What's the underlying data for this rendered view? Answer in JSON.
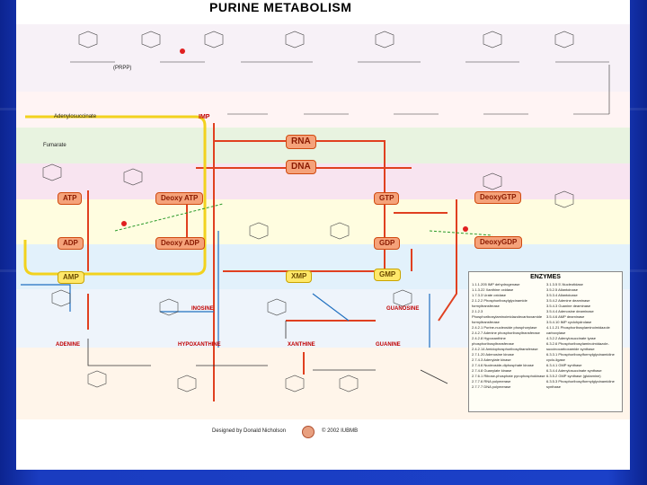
{
  "title": "PURINE METABOLISM",
  "nodes": {
    "rna": "RNA",
    "dna": "DNA",
    "gtp": "GTP",
    "deoxygtp": "DeoxyGTP",
    "atp": "ATP",
    "deoxyatp": "Deoxy ATP",
    "adp": "ADP",
    "deoxyadp": "Deoxy ADP",
    "gdp": "GDP",
    "deoxygdp": "DeoxyGDP",
    "amp": "AMP",
    "imp": "IMP",
    "xmp": "XMP",
    "gmp": "GMP"
  },
  "names": {
    "adenine": "ADENINE",
    "hypoxanthine": "HYPOXANTHINE",
    "xanthine": "XANTHINE",
    "guanine": "GUANINE",
    "inosine": "INOSINE",
    "guanosine": "GUANOSINE",
    "adenylosuccinate": "Adenylosuccinate",
    "fumarate": "Fumarate",
    "prpp": "(PRPP)"
  },
  "enzymes_title": "ENZYMES",
  "enzymes_left": [
    "1.1.1.205 IMP dehydrogenase",
    "1.1.3.22 Xanthine oxidase",
    "1.7.3.3 Urate oxidase",
    "2.1.2.2 Phosphoribosylglycinamide formyltransferase",
    "2.1.2.3 Phosphoribosylaminoimidazolecarboxamide formyltransferase",
    "2.4.2.1 Purine-nucleoside phosphorylase",
    "2.4.2.7 Adenine phosphoribosyltransferase",
    "2.4.2.8 Hypoxanthine phosphoribosyltransferase",
    "2.4.2.14 Amidophosphoribosyltransferase",
    "2.7.1.20 Adenosine kinase",
    "2.7.4.3 Adenylate kinase",
    "2.7.4.6 Nucleoside-diphosphate kinase",
    "2.7.4.8 Guanylate kinase",
    "2.7.6.1 Ribose-phosphate pyrophosphokinase",
    "2.7.7.6 RNA polymerase",
    "2.7.7.7 DNA polymerase"
  ],
  "enzymes_right": [
    "3.1.3.5 5'-Nucleotidase",
    "3.5.2.5 Allantoinase",
    "3.5.3.4 Allantoicase",
    "3.5.4.2 Adenine deaminase",
    "3.5.4.3 Guanine deaminase",
    "3.5.4.4 Adenosine deaminase",
    "3.5.4.6 AMP deaminase",
    "3.5.4.10 IMP cyclohydrolase",
    "4.1.1.21 Phosphoribosylaminoimidazole carboxylase",
    "4.3.2.2 Adenylosuccinate lyase",
    "6.3.2.6 Phosphoribosylaminoimidazole-succinocarboxamide synthase",
    "6.3.3.1 Phosphoribosylformylglycinamidine cyclo-ligase",
    "6.3.4.1 GMP synthase",
    "6.3.4.4 Adenylosuccinate synthase",
    "6.3.5.2 GMP synthase (glutamine)",
    "6.3.5.3 Phosphoribosylformylglycinamidine synthase"
  ],
  "footer": {
    "designed_by": "Designed by Donald Nicholson",
    "copyright": "© 2002 IUBMB"
  }
}
